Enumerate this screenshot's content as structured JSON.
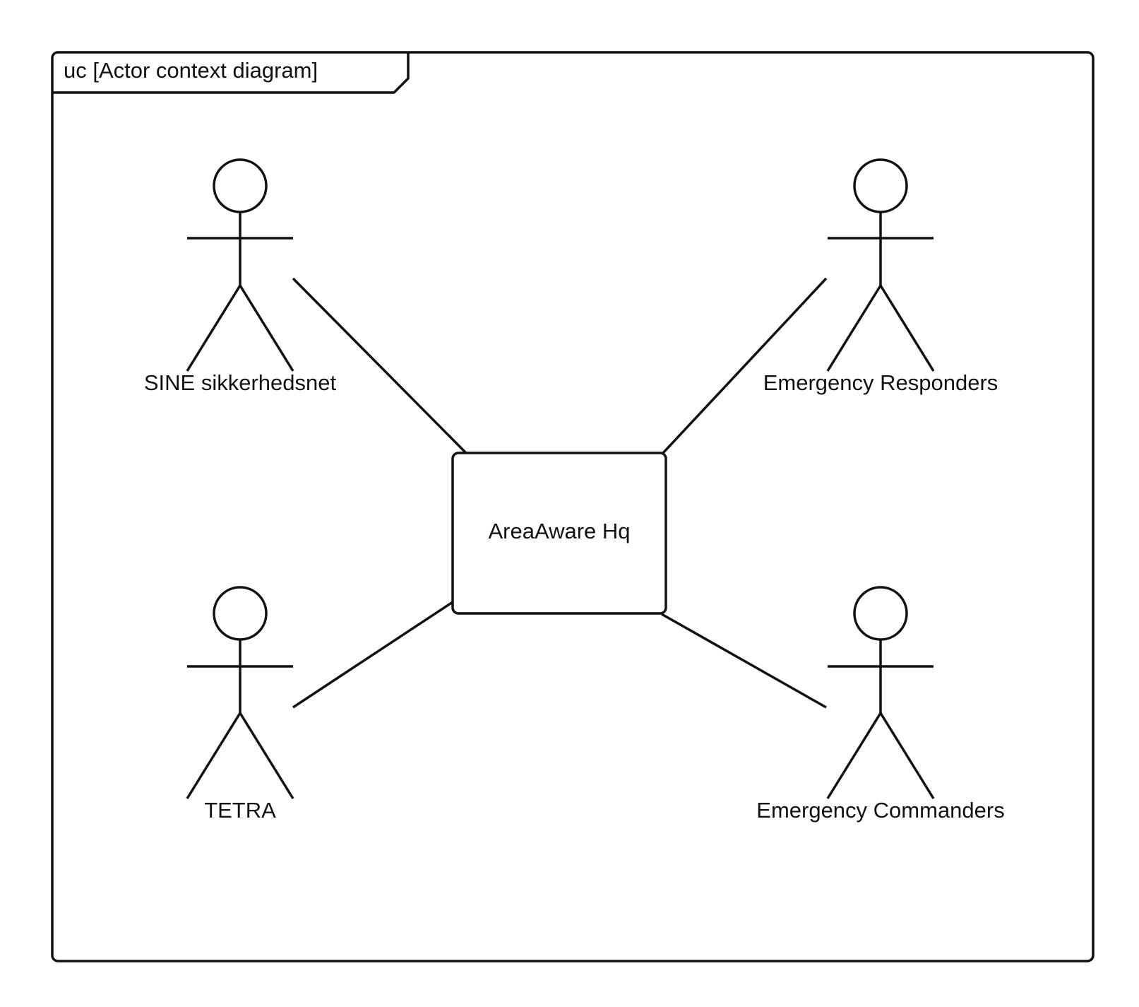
{
  "frame": {
    "title": "uc [Actor context diagram]"
  },
  "system": {
    "label": "AreaAware Hq"
  },
  "actors": {
    "sine": {
      "label": "SINE sikkerhedsnet"
    },
    "responders": {
      "label": "Emergency Responders"
    },
    "tetra": {
      "label": "TETRA"
    },
    "commanders": {
      "label": "Emergency Commanders"
    }
  },
  "associations": [
    {
      "from": "SINE sikkerhedsnet",
      "to": "AreaAware Hq"
    },
    {
      "from": "Emergency Responders",
      "to": "AreaAware Hq"
    },
    {
      "from": "TETRA",
      "to": "AreaAware Hq"
    },
    {
      "from": "Emergency Commanders",
      "to": "AreaAware Hq"
    }
  ]
}
